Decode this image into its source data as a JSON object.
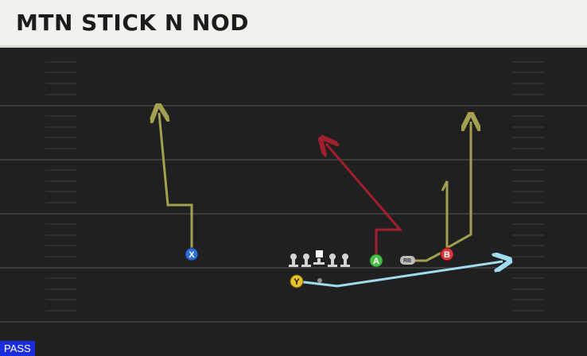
{
  "play": {
    "title": "MTN STICK N NOD",
    "type_label": "PASS"
  },
  "players": [
    {
      "label": "X",
      "color": "#2f6fd0"
    },
    {
      "label": "A",
      "color": "#4cbf4a"
    },
    {
      "label": "B",
      "color": "#d8383c"
    },
    {
      "label": "Y",
      "color": "#e8c02a"
    },
    {
      "label": "RB",
      "color": "#bdbdbd"
    }
  ],
  "routes": {
    "x_route_color": "#a3a050",
    "a_route_color": "#a11e2e",
    "b_route_color": "#a3a050",
    "y_route_color": "#9fdcf0",
    "rb_route_color": "#a3a050"
  }
}
